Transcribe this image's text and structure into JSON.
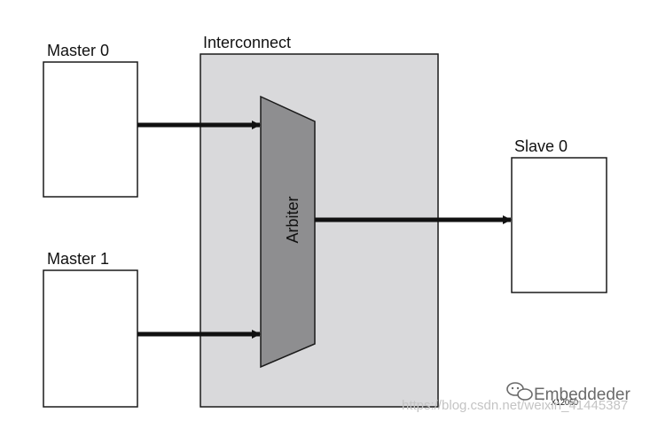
{
  "blocks": {
    "master0": "Master 0",
    "master1": "Master 1",
    "interconnect": "Interconnect",
    "arbiter": "Arbiter",
    "slave0": "Slave 0"
  },
  "figure_id": "X12050",
  "watermark": {
    "url": "https://blog.csdn.net/weixin_41445387",
    "brand": "Embeddeder"
  },
  "colors": {
    "interconnect_fill": "#d9d9db",
    "arbiter_fill": "#8e8e90",
    "stroke": "#1a1a1a",
    "arrow": "#111111"
  }
}
